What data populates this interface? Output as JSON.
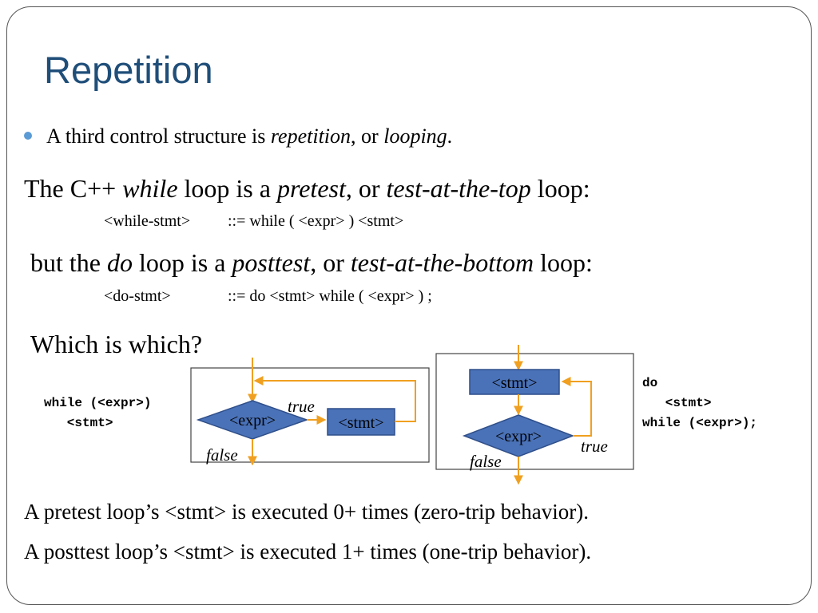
{
  "title": "Repetition",
  "bullet": {
    "prefix": "A third control structure is ",
    "term1": "repetition",
    "middle": ", or ",
    "term2": "looping",
    "suffix": "."
  },
  "while_intro": {
    "t1": "The C++ ",
    "t2": "while",
    "t3": " loop is a ",
    "t4": "pretest",
    "t5": ", or ",
    "t6": "test-at-the-top",
    "t7": " loop:"
  },
  "while_grammar": {
    "lhs": "<while-stmt>",
    "rhs": "::=  while ( <expr> ) <stmt>"
  },
  "do_intro": {
    "t1": "but the ",
    "t2": "do",
    "t3": " loop is a ",
    "t4": "posttest",
    "t5": ", or ",
    "t6": "test-at-the-bottom",
    "t7": " loop:"
  },
  "do_grammar": {
    "lhs": "<do-stmt>",
    "rhs": "::=  do <stmt> while ( <expr> ) ;"
  },
  "question": "Which is which?",
  "while_code": "while (<expr>)\n   <stmt>",
  "do_code": "do\n   <stmt>\nwhile (<expr>);",
  "diagram_left": {
    "expr_label": "<expr>",
    "stmt_label": "<stmt>",
    "true_label": "true",
    "false_label": "false"
  },
  "diagram_right": {
    "stmt_label": "<stmt>",
    "expr_label": "<expr>",
    "true_label": "true",
    "false_label": "false"
  },
  "colors": {
    "title": "#1f4e79",
    "bullet": "#5b9bd5",
    "shape_fill": "#4a72b8",
    "arrow": "#f0a020"
  },
  "footer": {
    "line1": "A pretest loop’s <stmt> is executed 0+ times (zero-trip behavior).",
    "line2": "A posttest loop’s <stmt> is executed 1+ times (one-trip behavior)."
  }
}
